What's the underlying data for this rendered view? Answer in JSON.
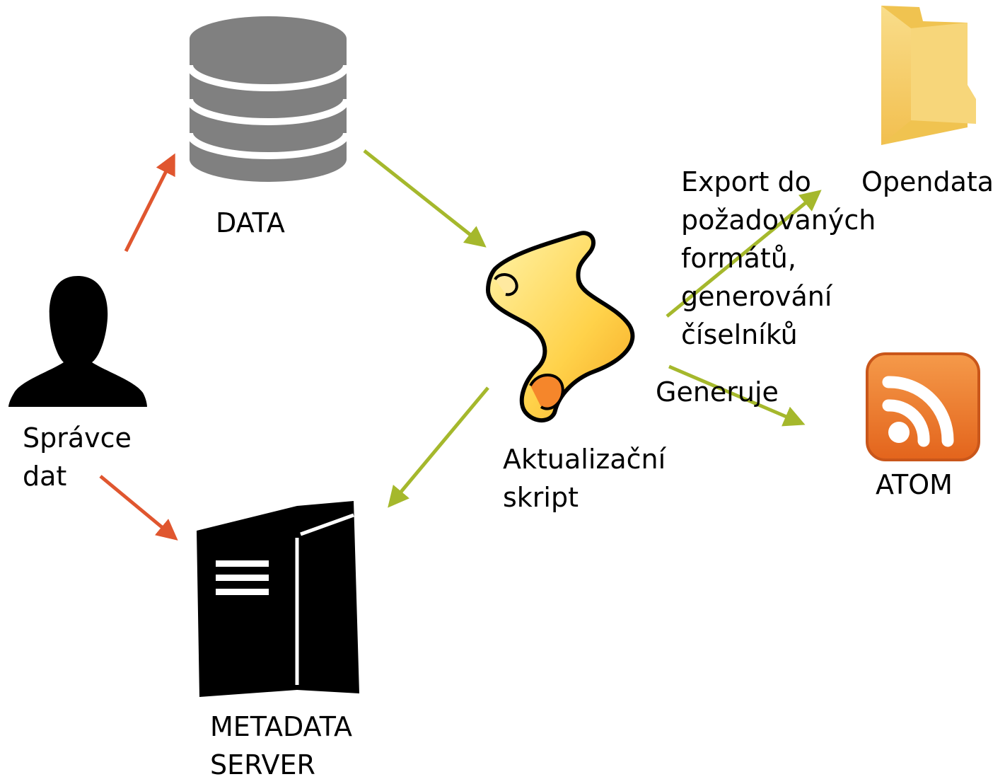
{
  "labels": {
    "data": "DATA",
    "admin": [
      "Správce",
      "dat"
    ],
    "script": [
      "Aktualizační",
      "skript"
    ],
    "export": [
      "Export do",
      "požadovaných",
      "formátů,",
      "generování",
      "číselníků"
    ],
    "opendata": "Opendata",
    "generuje": "Generuje",
    "atom": "ATOM",
    "server": [
      "METADATA",
      "SERVER"
    ]
  },
  "icons": {
    "database": "database-icon",
    "person": "person-icon",
    "script": "script-scroll-icon",
    "folder": "folder-icon",
    "feed": "rss-feed-icon",
    "server": "server-icon"
  },
  "colors": {
    "admin_arrow": "#e0562f",
    "flow_arrow": "#a5b82c",
    "database": "#808080",
    "folder": "#f5c760",
    "feed": "#f07a28",
    "scroll": "#ffd24a"
  }
}
